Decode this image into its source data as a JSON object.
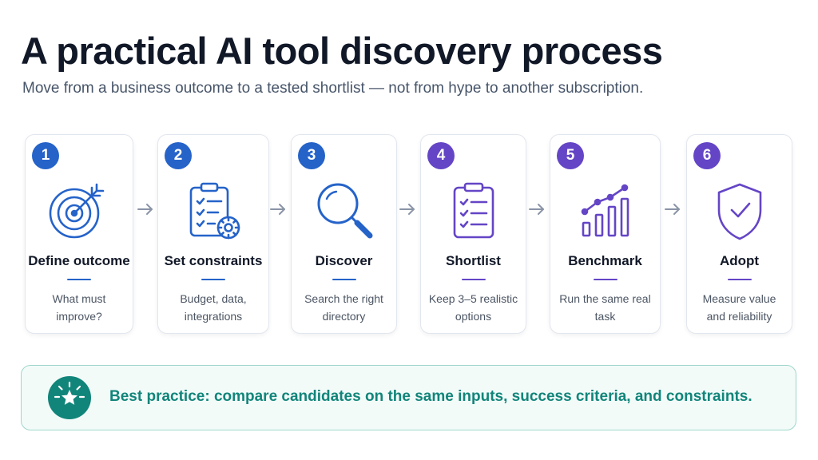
{
  "header": {
    "title": "A practical AI tool discovery process",
    "subtitle": "Move from a business outcome to a tested shortlist — not from hype to another subscription."
  },
  "colors": {
    "blue": "#2563c9",
    "purple": "#6445c6",
    "green": "#11857a"
  },
  "steps": [
    {
      "number": "1",
      "title": "Define outcome",
      "description": "What must improve?",
      "icon": "target-icon"
    },
    {
      "number": "2",
      "title": "Set constraints",
      "description": "Budget, data, integrations",
      "icon": "checklist-gear-icon"
    },
    {
      "number": "3",
      "title": "Discover",
      "description": "Search the right directory",
      "icon": "magnifier-icon"
    },
    {
      "number": "4",
      "title": "Shortlist",
      "description": "Keep 3–5 realistic options",
      "icon": "checklist-icon"
    },
    {
      "number": "5",
      "title": "Benchmark",
      "description": "Run the same real task",
      "icon": "bar-chart-icon"
    },
    {
      "number": "6",
      "title": "Adopt",
      "description": "Measure value and reliability",
      "icon": "shield-check-icon"
    }
  ],
  "callout": {
    "text": "Best practice: compare candidates on the same inputs, success criteria, and constraints.",
    "icon": "star-badge-icon"
  }
}
